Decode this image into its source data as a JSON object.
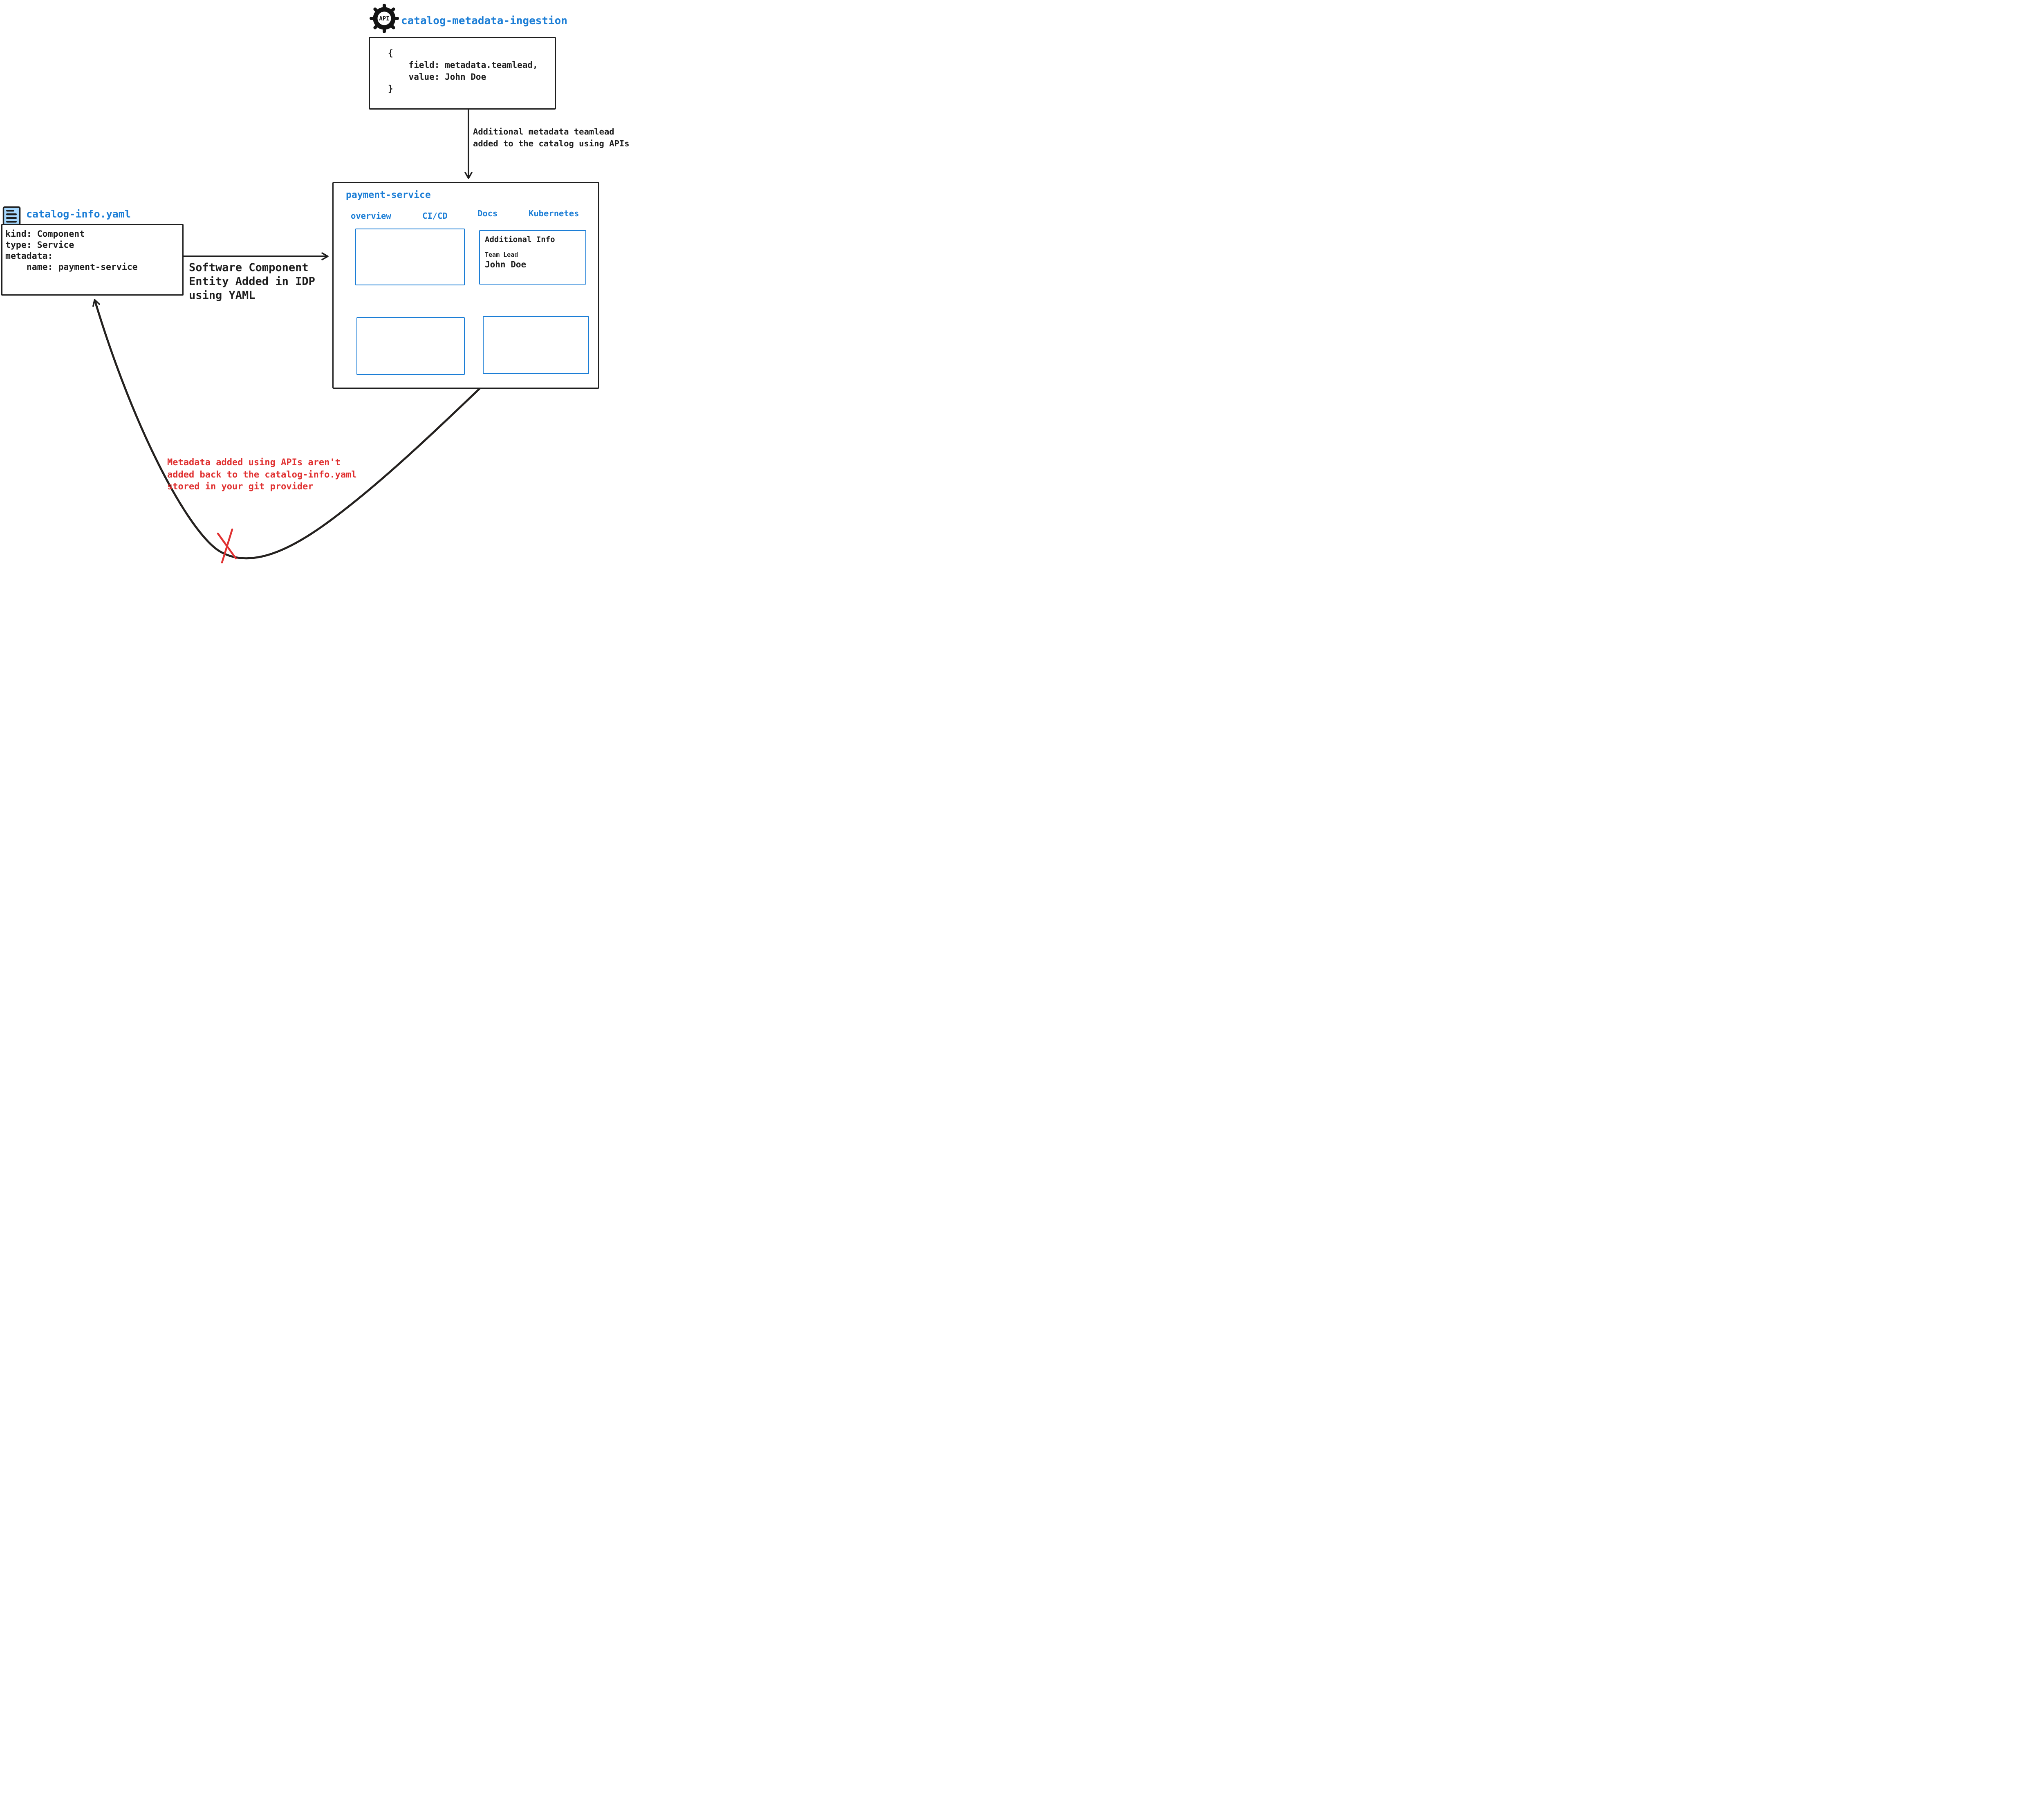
{
  "colors": {
    "accent_blue": "#1c7ed6",
    "warning_red": "#e03131",
    "stroke_black": "#1e1e1e",
    "file_icon_fill": "#a5d8ff"
  },
  "api_service": {
    "icon_label": "API",
    "title": "catalog-metadata-ingestion",
    "code": "{\n    field: metadata.teamlead,\n    value: John Doe\n}"
  },
  "ingestion_arrow": {
    "label": "Additional metadata teamlead\nadded to the catalog using APIs"
  },
  "idp": {
    "title": "payment-service",
    "tabs": [
      {
        "label": "overview"
      },
      {
        "label": "CI/CD"
      },
      {
        "label": "Docs"
      },
      {
        "label": "Kubernetes"
      }
    ],
    "docs_panel": {
      "heading": "Additional Info",
      "field_label": "Team Lead",
      "field_value": "John Doe"
    }
  },
  "catalog_file": {
    "title": "catalog-info.yaml",
    "code": "kind: Component\ntype: Service\nmetadata:\n    name: payment-service"
  },
  "yaml_arrow": {
    "label": "Software Component\nEntity Added in IDP\nusing YAML"
  },
  "feedback_arrow": {
    "label": "Metadata added using APIs aren't\nadded back to the catalog-info.yaml\nstored in your git provider"
  }
}
